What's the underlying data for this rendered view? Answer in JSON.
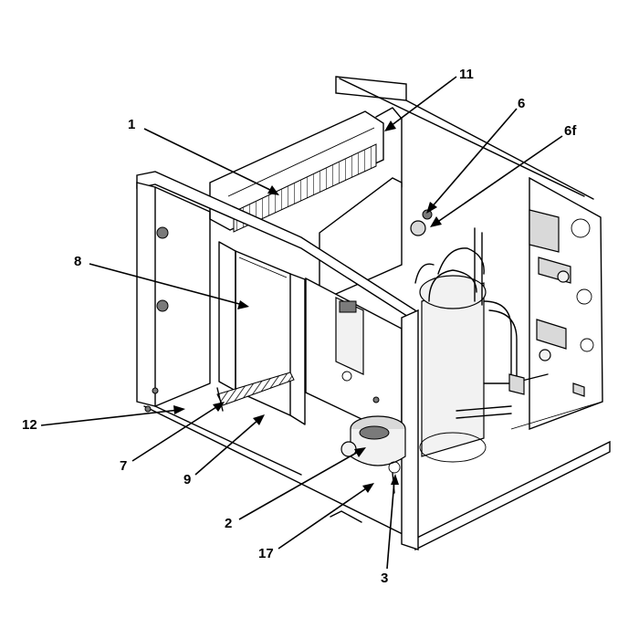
{
  "diagram": {
    "callouts": [
      {
        "id": "c1",
        "label": "1"
      },
      {
        "id": "c11",
        "label": "11"
      },
      {
        "id": "c6",
        "label": "6"
      },
      {
        "id": "c6f",
        "label": "6f"
      },
      {
        "id": "c8",
        "label": "8"
      },
      {
        "id": "c12",
        "label": "12"
      },
      {
        "id": "c7",
        "label": "7"
      },
      {
        "id": "c9",
        "label": "9"
      },
      {
        "id": "c2",
        "label": "2"
      },
      {
        "id": "c17",
        "label": "17"
      },
      {
        "id": "c3",
        "label": "3"
      }
    ]
  }
}
